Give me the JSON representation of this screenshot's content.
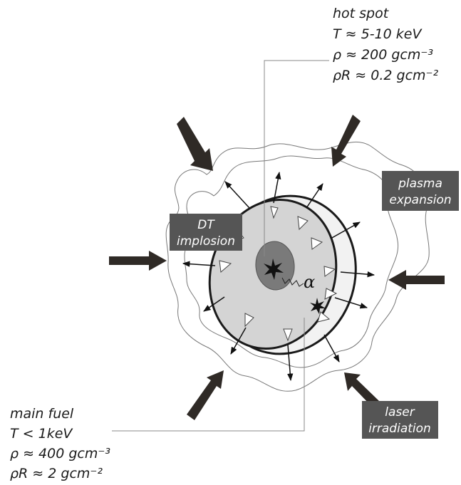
{
  "hot_spot": {
    "title": "hot spot",
    "temperature": "T ≈ 5-10 keV",
    "density": "ρ ≈ 200 gcm⁻³",
    "areal_density": "ρR ≈ 0.2 gcm⁻²"
  },
  "main_fuel": {
    "title": "main fuel",
    "temperature": "T < 1keV",
    "density": "ρ ≈ 400 gcm⁻³",
    "areal_density": "ρR ≈ 2 gcm⁻²"
  },
  "labels": {
    "plasma_expansion_line1": "plasma",
    "plasma_expansion_line2": "expansion",
    "dt_implosion_line1": "DT",
    "dt_implosion_line2": "implosion",
    "laser_irradiation_line1": "laser",
    "laser_irradiation_line2": "irradiation",
    "alpha_symbol": "α"
  },
  "colors": {
    "label_box": "#555555",
    "fuel_fill": "#d4d4d4",
    "shell_fill": "#f2f2f2",
    "hot_spot_fill": "#7a7a7a",
    "arrow": "#2f2a26"
  }
}
